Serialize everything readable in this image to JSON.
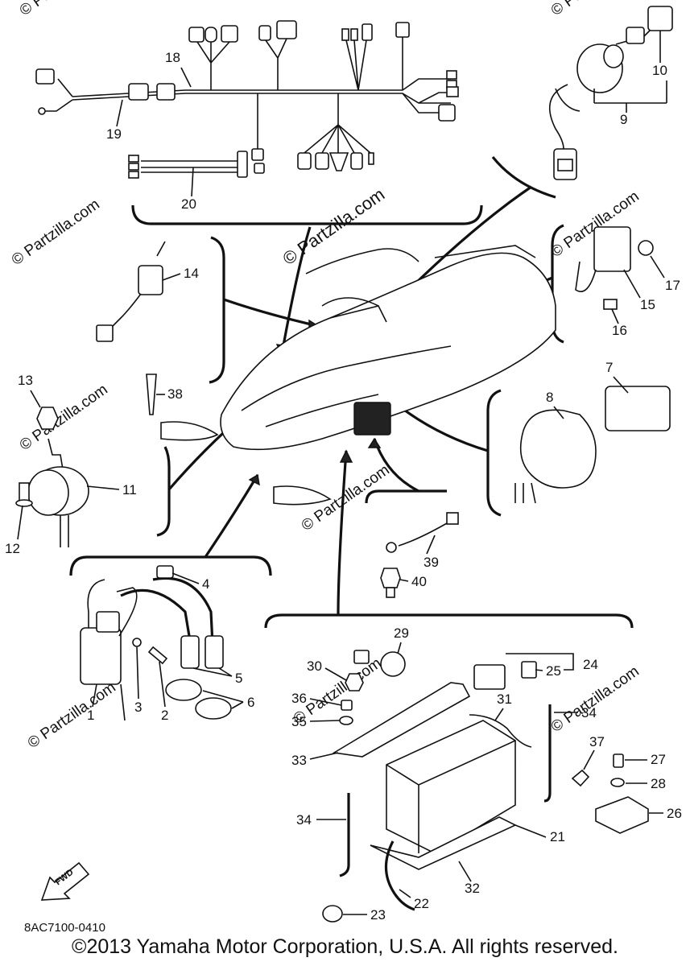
{
  "watermark": {
    "text": "© Partzilla.com",
    "center_text": "© Partzilla.com"
  },
  "callouts": [
    "18",
    "19",
    "20",
    "9",
    "10",
    "14",
    "15",
    "16",
    "17",
    "13",
    "11",
    "12",
    "38",
    "7",
    "8",
    "39",
    "40",
    "4",
    "5",
    "6",
    "1",
    "3",
    "2",
    "29",
    "30",
    "24",
    "25",
    "36",
    "35",
    "33",
    "31",
    "34",
    "37",
    "27",
    "28",
    "26",
    "21",
    "32",
    "22",
    "23",
    "34"
  ],
  "direction_arrow": {
    "label": "FWD"
  },
  "diagram_code": "8AC7100-0410",
  "copyright": "©2013 Yamaha Motor Corporation, U.S.A. All rights reserved."
}
